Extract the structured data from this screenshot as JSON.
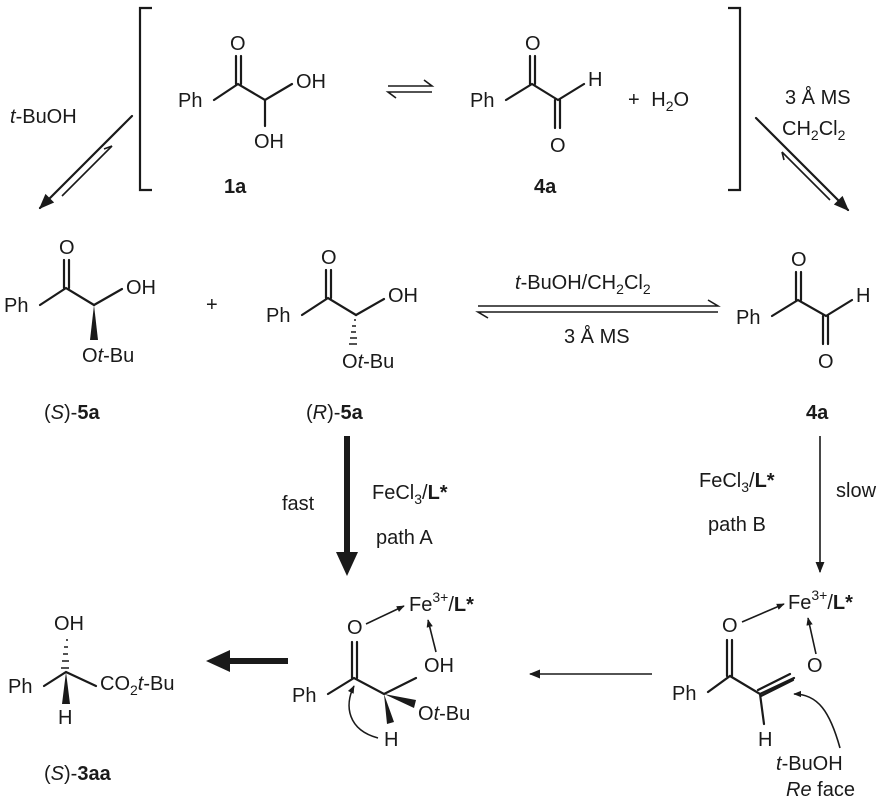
{
  "atoms": {
    "ph": "Ph",
    "o": "O",
    "oh": "OH",
    "h": "H",
    "h2o_h": "H",
    "h2o_sub": "2",
    "h2o_o": "O",
    "ot": "O",
    "t_italic": "t",
    "bu": "-Bu",
    "co2": "CO",
    "co2_sub": "2",
    "fe": "Fe",
    "fe_sup": "3+",
    "slash": "/",
    "l_star": "L*"
  },
  "text": {
    "plus": "+",
    "equilibrium_plus": "+",
    "t_buoh_left": "t-BuOH",
    "ms_right_1": "3 Å MS",
    "ms_right_2": "CH",
    "ms_right_2_sub": "2",
    "ms_right_2_end": "Cl",
    "ms_right_2_sub2": "2",
    "mid_top_a": "t",
    "mid_top_b": "-BuOH/CH",
    "mid_top_sub": "2",
    "mid_top_c": "Cl",
    "mid_top_sub2": "2",
    "mid_bottom": "3 Å MS",
    "fast": "fast",
    "fecl3_a": "FeCl",
    "fecl3_sub": "3",
    "fecl3_slash": "/",
    "fecl3_l": "L*",
    "path_a": "path A",
    "path_b": "path B",
    "slow": "slow",
    "re_face_a": "Re",
    "re_face_b": " face",
    "tbuoh_bottom_a": "t",
    "tbuoh_bottom_b": "-BuOH"
  },
  "compounds": {
    "c1a": "1a",
    "c4a_top": "4a",
    "c4a_right": "4a",
    "s5a_open": "(",
    "s5a_cfg": "S",
    "s5a_close": ")-",
    "s5a_num": "5a",
    "r5a_open": "(",
    "r5a_cfg": "R",
    "r5a_close": ")-",
    "r5a_num": "5a",
    "s3aa_open": "(",
    "s3aa_cfg": "S",
    "s3aa_close": ")-",
    "s3aa_num": "3aa"
  }
}
